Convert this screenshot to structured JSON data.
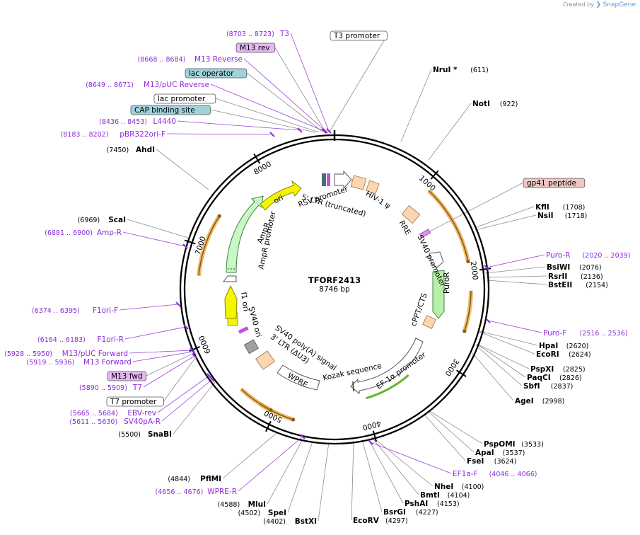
{
  "credit": {
    "prefix": "Created by",
    "brand": "SnapGene"
  },
  "plasmid": {
    "name": "TFORF2413",
    "length": "8746 bp",
    "total_bp": 8746
  },
  "tick_labels": [
    "1000",
    "2000",
    "3000",
    "4000",
    "5000",
    "6000",
    "7000",
    "8000"
  ],
  "sites": [
    {
      "name": "NruI *",
      "pos": "(611)",
      "bp": 611
    },
    {
      "name": "NotI",
      "pos": "(922)",
      "bp": 922
    },
    {
      "name": "KflI",
      "pos": "(1708)",
      "bp": 1708
    },
    {
      "name": "NsiI",
      "pos": "(1718)",
      "bp": 1718
    },
    {
      "name": "BsiWI",
      "pos": "(2076)",
      "bp": 2076
    },
    {
      "name": "RsrII",
      "pos": "(2136)",
      "bp": 2136
    },
    {
      "name": "BstEII",
      "pos": "(2154)",
      "bp": 2154
    },
    {
      "name": "HpaI",
      "pos": "(2620)",
      "bp": 2620
    },
    {
      "name": "EcoRI",
      "pos": "(2624)",
      "bp": 2624
    },
    {
      "name": "PspXI",
      "pos": "(2825)",
      "bp": 2825
    },
    {
      "name": "PaqCI",
      "pos": "(2826)",
      "bp": 2826
    },
    {
      "name": "SbfI",
      "pos": "(2837)",
      "bp": 2837
    },
    {
      "name": "AgeI",
      "pos": "(2998)",
      "bp": 2998
    },
    {
      "name": "PspOMI",
      "pos": "(3533)",
      "bp": 3533
    },
    {
      "name": "ApaI",
      "pos": "(3537)",
      "bp": 3537
    },
    {
      "name": "FseI",
      "pos": "(3624)",
      "bp": 3624
    },
    {
      "name": "NheI",
      "pos": "(4100)",
      "bp": 4100
    },
    {
      "name": "BmtI",
      "pos": "(4104)",
      "bp": 4104
    },
    {
      "name": "PshAI",
      "pos": "(4153)",
      "bp": 4153
    },
    {
      "name": "BsrGI",
      "pos": "(4227)",
      "bp": 4227
    },
    {
      "name": "EcoRV",
      "pos": "(4297)",
      "bp": 4297
    },
    {
      "name": "BstXI",
      "pos": "(4402)",
      "bp": 4402
    },
    {
      "name": "SpeI",
      "pos": "(4502)",
      "bp": 4502
    },
    {
      "name": "MluI",
      "pos": "(4588)",
      "bp": 4588
    },
    {
      "name": "PflMI",
      "pos": "(4844)",
      "bp": 4844
    },
    {
      "name": "SnaBI",
      "pos": "(5500)",
      "bp": 5500
    },
    {
      "name": "ScaI",
      "pos": "(6969)",
      "bp": 6969
    },
    {
      "name": "AhdI",
      "pos": "(7450)",
      "bp": 7450
    }
  ],
  "primers": [
    {
      "name": "T3",
      "range": "(8703 .. 8723)"
    },
    {
      "name": "M13 Reverse",
      "range": "(8668 .. 8684)"
    },
    {
      "name": "M13/pUC Reverse",
      "range": "(8649 .. 8671)"
    },
    {
      "name": "L4440",
      "range": "(8436 .. 8453)"
    },
    {
      "name": "pBR322ori-F",
      "range": "(8183 .. 8202)"
    },
    {
      "name": "Amp-R",
      "range": "(6881 .. 6900)"
    },
    {
      "name": "F1ori-F",
      "range": "(6374 .. 6395)"
    },
    {
      "name": "F1ori-R",
      "range": "(6164 .. 6183)"
    },
    {
      "name": "M13/pUC Forward",
      "range": "(5928 .. 5950)"
    },
    {
      "name": "M13 Forward",
      "range": "(5919 .. 5936)"
    },
    {
      "name": "T7",
      "range": "(5890 .. 5909)"
    },
    {
      "name": "EBV-rev",
      "range": "(5665 .. 5684)"
    },
    {
      "name": "SV40pA-R",
      "range": "(5611 .. 5630)"
    },
    {
      "name": "WPRE-R",
      "range": "(4656 .. 4676)"
    },
    {
      "name": "Puro-R",
      "range": "(2020 .. 2039)"
    },
    {
      "name": "Puro-F",
      "range": "(2516 .. 2536)"
    },
    {
      "name": "EF1a-F",
      "range": "(4046 .. 4066)"
    }
  ],
  "boxed_features": [
    {
      "name": "T3 promoter",
      "style": "white"
    },
    {
      "name": "M13 rev",
      "style": "purple"
    },
    {
      "name": "lac operator",
      "style": "teal"
    },
    {
      "name": "lac promoter",
      "style": "white"
    },
    {
      "name": "CAP binding site",
      "style": "teal"
    },
    {
      "name": "gp41 peptide",
      "style": "pink"
    },
    {
      "name": "M13 fwd",
      "style": "purple"
    },
    {
      "name": "T7 promoter",
      "style": "white"
    }
  ],
  "inner_labels": {
    "rsv": "RSV promoter",
    "ltr5": "5' LTR (truncated)",
    "hiv": "HIV-1 ψ",
    "rre": "RRE",
    "sv40p": "SV40 promoter",
    "puro": "PuroR",
    "cppt": "cPPT/CTS",
    "ef1a": "EF-1α promoter",
    "kozak": "Kozak sequence",
    "wpre": "WPRE",
    "ltr3": "3' LTR (ΔU3)",
    "sv40pa": "SV40 poly(A) signal",
    "sv40ori": "SV40 ori",
    "f1ori": "f1 ori",
    "ampr_promoter": "AmpR promoter",
    "ampr": "AmpR",
    "ori": "ori"
  },
  "colors": {
    "primer": "#8c2bd9",
    "orf_orange": "#e8a63c",
    "orf_brown": "#8a5a1a",
    "ori_yellow": "#f5f500",
    "ampr_green": "#c9f7c5",
    "puro_green": "#b8f0a8",
    "ef1a_green": "#5fb830",
    "peach": "#fcd6b0",
    "teal_box": "#9fd3db",
    "purple_box": "#e6b7f2",
    "pink_box": "#efc6c6"
  }
}
